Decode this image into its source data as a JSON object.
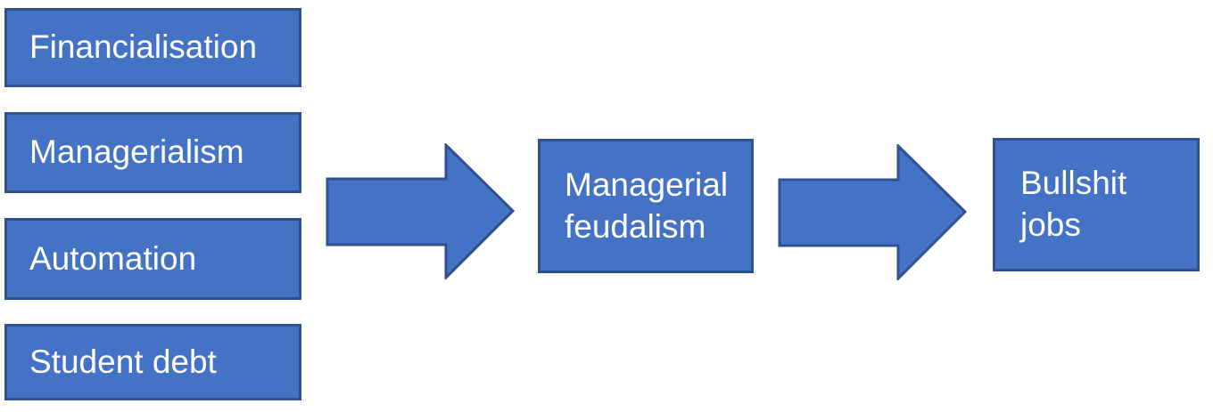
{
  "diagram": {
    "type": "flow",
    "source_boxes": [
      {
        "label": "Financialisation"
      },
      {
        "label": "Managerialism"
      },
      {
        "label": "Automation"
      },
      {
        "label": "Student debt"
      }
    ],
    "center_box": {
      "label": "Managerial\nfeudalism"
    },
    "result_box": {
      "label": "Bullshit\njobs"
    },
    "arrow_icons": [
      "right-arrow",
      "right-arrow"
    ],
    "colors": {
      "shape_fill": "#4472C4",
      "shape_border": "#2F528F",
      "label_text": "#FFFFFF",
      "background": "#FFFFFF"
    }
  }
}
